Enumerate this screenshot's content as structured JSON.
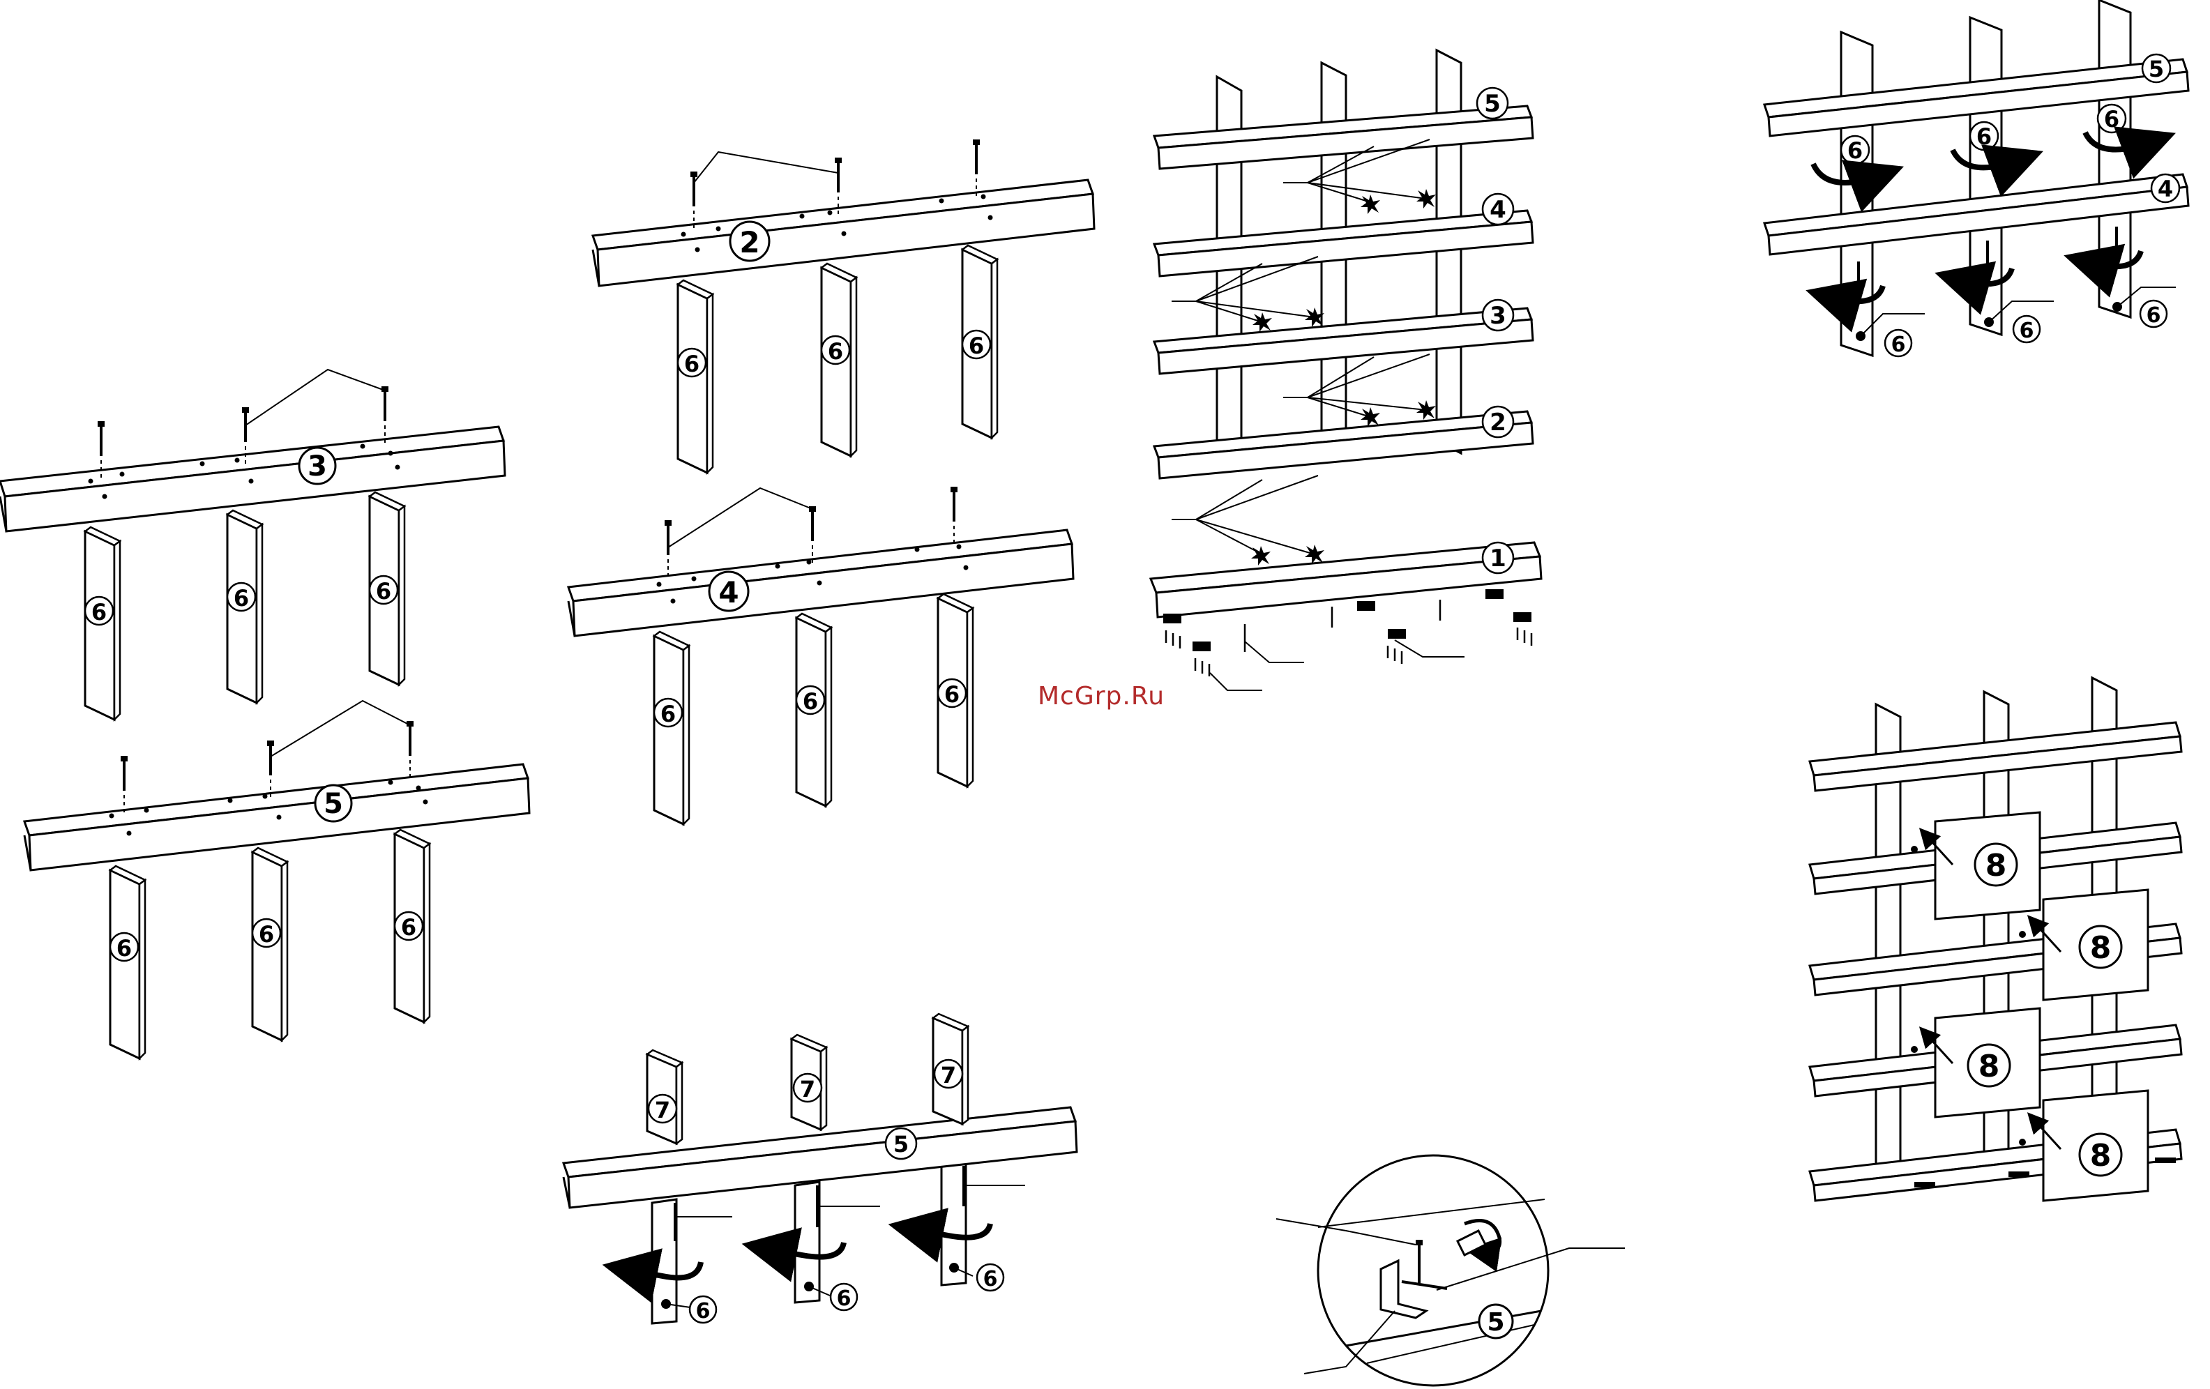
{
  "watermark": "McGrp.Ru",
  "step_row3": {
    "shelf": "3",
    "panels": [
      "6",
      "6",
      "6"
    ]
  },
  "step_row5": {
    "shelf": "5",
    "panels": [
      "6",
      "6",
      "6"
    ]
  },
  "step_row2": {
    "shelf": "2",
    "panels": [
      "6",
      "6",
      "6"
    ]
  },
  "step_row4": {
    "shelf": "4",
    "panels": [
      "6",
      "6",
      "6"
    ]
  },
  "step_row7": {
    "shelf": "5",
    "panels": [
      "7",
      "7",
      "7"
    ],
    "bottom": [
      "6",
      "6",
      "6"
    ]
  },
  "tower": {
    "shelves": [
      "5",
      "4",
      "3",
      "2",
      "1"
    ]
  },
  "rotate": {
    "shelves": [
      "5",
      "4"
    ],
    "top": [
      "6",
      "6",
      "6"
    ],
    "bottom": [
      "6",
      "6",
      "6"
    ]
  },
  "detail": {
    "label": "5"
  },
  "final": {
    "doors": [
      "8",
      "8",
      "8",
      "8"
    ]
  }
}
